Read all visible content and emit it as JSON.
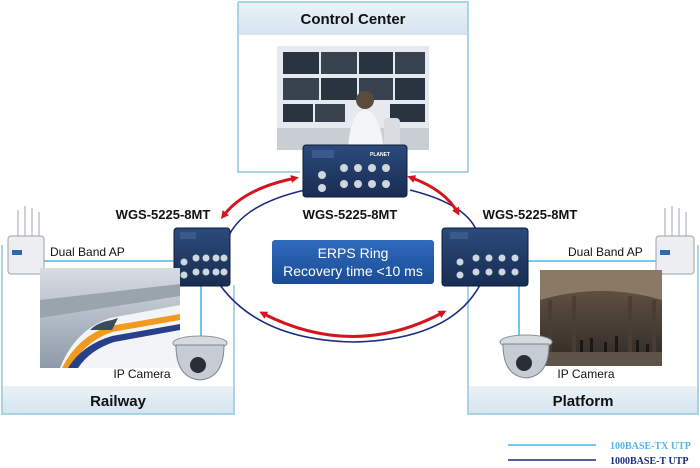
{
  "zones": {
    "control_center": "Control Center",
    "railway": "Railway",
    "platform": "Platform"
  },
  "switches": {
    "left": "WGS-5225-8MT",
    "center": "WGS-5225-8MT",
    "right": "WGS-5225-8MT"
  },
  "ring": {
    "line1": "ERPS Ring",
    "line2": "Recovery time <10 ms"
  },
  "devices": {
    "ap_left": "Dual Band AP",
    "ap_right": "Dual Band AP",
    "camera_left": "IP Camera",
    "camera_right": "IP Camera",
    "switch_brand": "PLANET"
  },
  "legend": {
    "tx": "100BASE-TX UTP",
    "t": "1000BASE-T UTP"
  },
  "colors": {
    "light_blue_line": "#4fb7e6",
    "dark_blue_line": "#1a2a80",
    "zone_border": "#a9d4e6",
    "zone_fill": "#dde9f1",
    "ring_box": "#1f5aa8",
    "arrow_red": "#d4141e",
    "switch_body": "#1e3761"
  },
  "icons": [
    "access-point-icon",
    "dome-camera-icon",
    "switch-icon",
    "train-photo",
    "station-photo",
    "control-room-photo"
  ]
}
